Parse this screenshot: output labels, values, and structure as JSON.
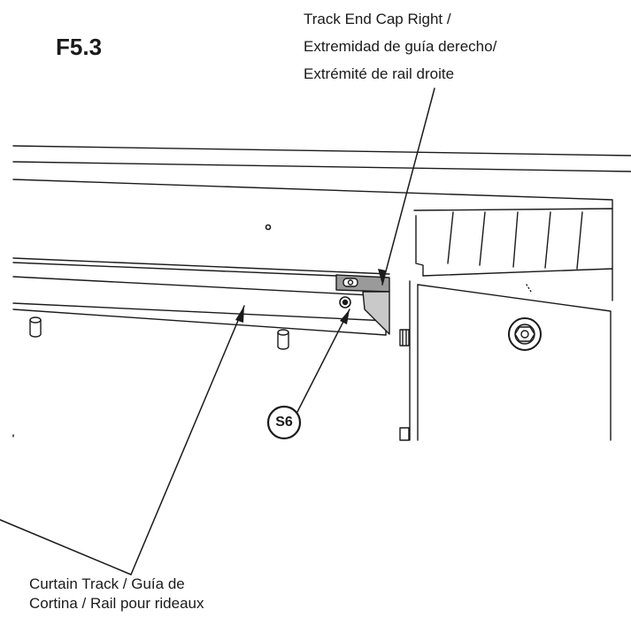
{
  "figure": {
    "id": "F5.3"
  },
  "callouts": {
    "end_cap": {
      "lines": [
        "Track End Cap Right /",
        "Extremidad de guía derecho/",
        "Extrémité de rail droite"
      ]
    },
    "curtain_track": {
      "lines": [
        "Curtain Track / Guía de",
        "Cortina / Rail pour rideaux"
      ]
    }
  },
  "parts": {
    "screw_label": "S6"
  },
  "colors": {
    "line": "#1a1a1a",
    "shade": "#bdbdbd",
    "panel": "#ffffff"
  }
}
